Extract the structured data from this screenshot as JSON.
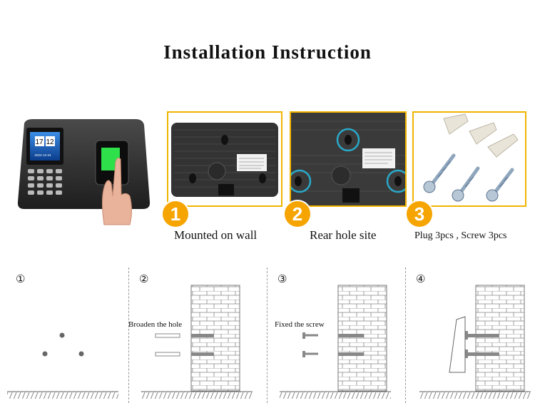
{
  "title": "Installation Instruction",
  "panels": [
    {
      "number": "1",
      "caption": "Mounted on wall"
    },
    {
      "number": "2",
      "caption": "Rear hole site"
    },
    {
      "number": "3",
      "caption": "Plug 3pcs , Screw 3pcs"
    }
  ],
  "device": {
    "time": "17:12",
    "date": "2024-12-24"
  },
  "steps": [
    {
      "number": "①",
      "note": ""
    },
    {
      "number": "②",
      "note": "Broaden the hole"
    },
    {
      "number": "③",
      "note": "Fixed the screw"
    },
    {
      "number": "④",
      "note": ""
    }
  ],
  "colors": {
    "accent": "#f5a400",
    "panel_border": "#f0b400",
    "ring": "#2aa9c9"
  }
}
